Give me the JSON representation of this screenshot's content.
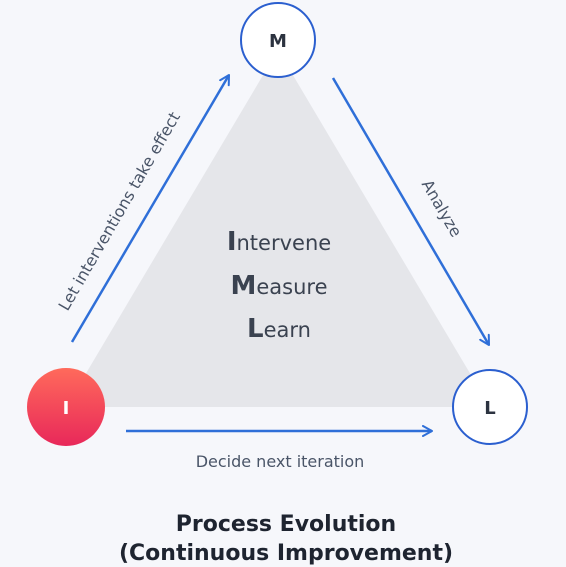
{
  "colors": {
    "background": "#f6f7fb",
    "triangle": "#e5e6ea",
    "arrow": "#2f6fd8",
    "node_border": "#2b5fcf",
    "node_fill": "#ffffff",
    "node_text": "#2c3340",
    "active_node_start": "#ff6a5b",
    "active_node_end": "#e8285a"
  },
  "nodes": {
    "m": "M",
    "l": "L",
    "i": "I"
  },
  "edges": {
    "i_to_m": "Let interventions take effect",
    "m_to_l": "Analyze",
    "i_to_l": "Decide next iteration"
  },
  "core": {
    "lines": [
      {
        "first": "I",
        "rest": "ntervene"
      },
      {
        "first": "M",
        "rest": "easure"
      },
      {
        "first": "L",
        "rest": "earn"
      }
    ]
  },
  "title": {
    "line1": "Process Evolution",
    "line2": "(Continuous Improvement)"
  }
}
